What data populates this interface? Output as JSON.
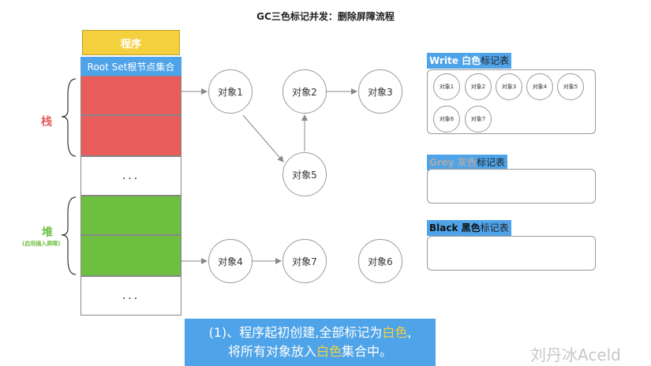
{
  "title": "GC三色标记并发：删除屏障流程",
  "program_label": "程序",
  "rootset_label": "Root Set根节点集合",
  "stack_label": "栈",
  "heap_label": "堆",
  "heap_sub_label": "(启用插入屏障)",
  "ellipsis": "...",
  "nodes": {
    "obj1": "对象1",
    "obj2": "对象2",
    "obj3": "对象3",
    "obj4": "对象4",
    "obj5": "对象5",
    "obj6": "对象6",
    "obj7": "对象7"
  },
  "white_panel": {
    "title_en": "Write",
    "title_color": "白色",
    "title_rest": "标记表",
    "items": [
      "对象1",
      "对象2",
      "对象3",
      "对象4",
      "对象5",
      "对象6",
      "对象7"
    ]
  },
  "grey_panel": {
    "title_en": "Grey",
    "title_color": "灰色",
    "title_rest": "标记表"
  },
  "black_panel": {
    "title_en": "Black",
    "title_color": "黑色",
    "title_rest": "标记表"
  },
  "caption": {
    "line1_pre": "(1)、程序起初创建,全部标记为",
    "line1_hl": "白色",
    "line1_post": ",",
    "line2_pre": "将所有对象放入",
    "line2_hl": "白色",
    "line2_post": "集合中。"
  },
  "watermark": "刘丹冰Aceld",
  "colors": {
    "accent_blue": "#4fa3e8",
    "program_yellow": "#f4d03f",
    "stack_red": "#e85c5c",
    "heap_green": "#6cbf3f"
  }
}
